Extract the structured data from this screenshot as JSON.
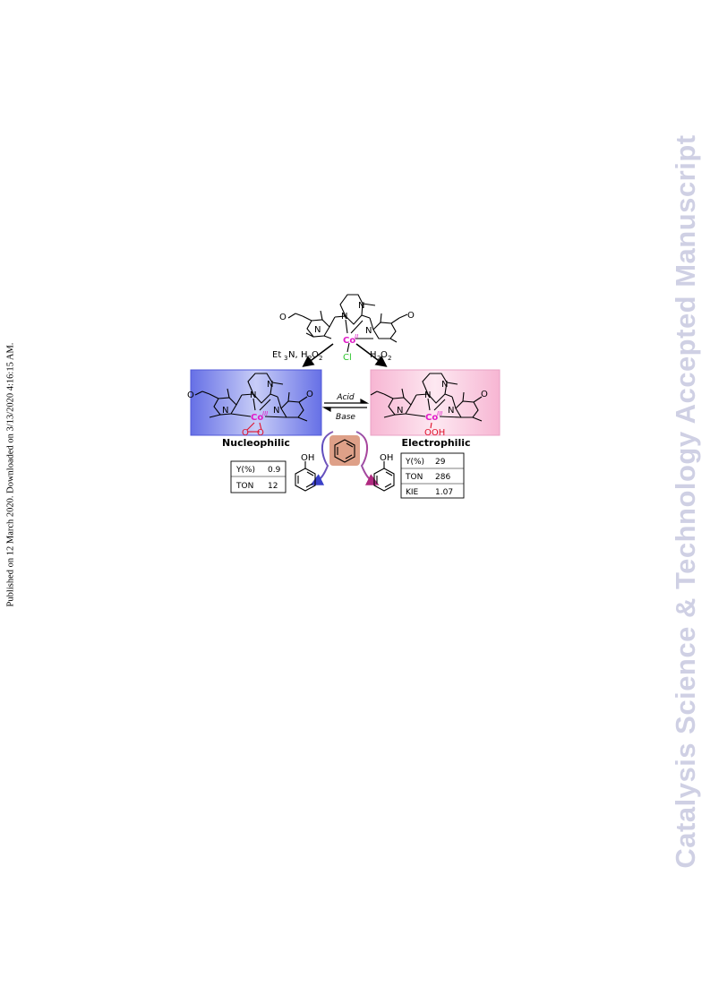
{
  "side_left_text": "Published on 12 March 2020. Downloaded on 3/13/2020 4:16:15 AM.",
  "side_right_text": "Catalysis Science & Technology Accepted Manuscript",
  "scheme": {
    "reagent_left": "Et",
    "reagent_left_sub": "3",
    "reagent_left_n": "N,",
    "h2o2": {
      "h": "H",
      "two": "2",
      "o": "O"
    },
    "acid": "Acid",
    "base": "Base",
    "label_nucleophilic": "Nucleophilic",
    "label_electrophilic": "Electrophilic",
    "co": "Co",
    "co_ii": "II",
    "co_iii": "III",
    "cl": "Cl",
    "n": "N",
    "oh": "OH",
    "ooh": "OOH",
    "o": "O",
    "table_left": [
      [
        "Y(%)",
        "0.9"
      ],
      [
        "TON",
        "12"
      ]
    ],
    "table_right": [
      [
        "Y(%)",
        "29"
      ],
      [
        "TON",
        "286"
      ],
      [
        "KIE",
        "1.07"
      ]
    ]
  },
  "colors": {
    "cobalt": "#e01cc8",
    "chloride": "#2bc52b",
    "peroxo": "#e0102a",
    "left_box": "#8088ea",
    "right_box": "#f8c4dc",
    "benzene_box": "#dea088",
    "watermark": "#cfd0e4"
  }
}
